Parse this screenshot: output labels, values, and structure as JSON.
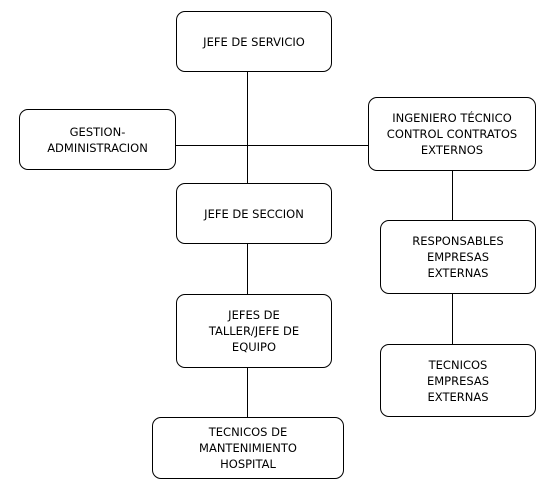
{
  "diagram": {
    "nodes": {
      "jefe_servicio": "JEFE DE SERVICIO",
      "gestion_administracion": "GESTION-\nADMINISTRACION",
      "ingeniero_tecnico": "INGENIERO TÉCNICO\nCONTROL CONTRATOS\nEXTERNOS",
      "jefe_seccion": "JEFE DE SECCION",
      "responsables_empresas": "RESPONSABLES\nEMPRESAS\nEXTERNAS",
      "jefes_taller": "JEFES DE\nTALLER/JEFE DE\nEQUIPO",
      "tecnicos_empresas": "TECNICOS\nEMPRESAS\nEXTERNAS",
      "tecnicos_mantenimiento": "TECNICOS DE\nMANTENIMIENTO\nHOSPITAL"
    },
    "links": [
      [
        "jefe_servicio",
        "jefe_seccion"
      ],
      [
        "jefe_servicio",
        "gestion_administracion"
      ],
      [
        "jefe_servicio",
        "ingeniero_tecnico"
      ],
      [
        "jefe_seccion",
        "jefes_taller"
      ],
      [
        "jefes_taller",
        "tecnicos_mantenimiento"
      ],
      [
        "ingeniero_tecnico",
        "responsables_empresas"
      ],
      [
        "responsables_empresas",
        "tecnicos_empresas"
      ]
    ],
    "colors": {
      "stroke": "#000000",
      "fill": "#ffffff",
      "text": "#000000"
    }
  }
}
